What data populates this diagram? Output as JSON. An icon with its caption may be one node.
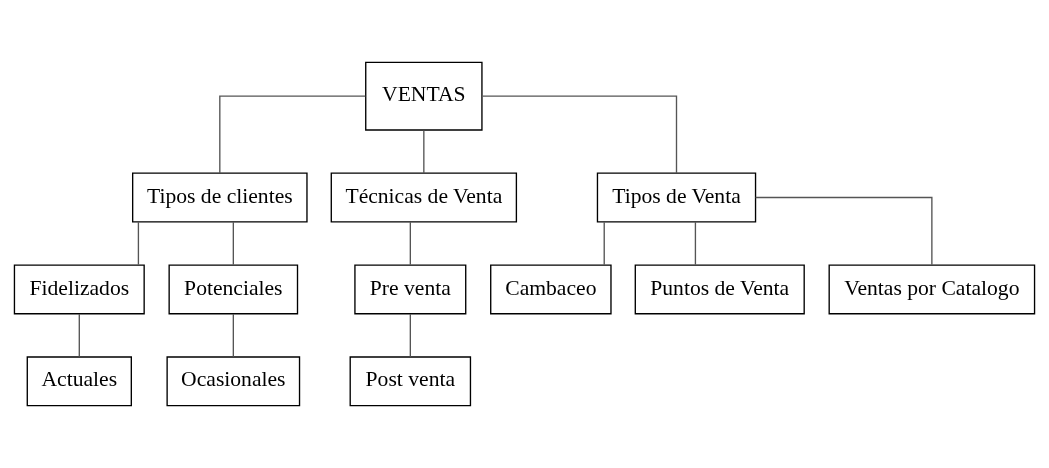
{
  "diagram": {
    "nodes": [
      {
        "text": [
          "VENTAS"
        ]
      },
      {
        "text": [
          "Tipos de clientes"
        ]
      },
      {
        "text": [
          "Técnicas de Venta"
        ]
      },
      {
        "text": [
          "Tipos de Venta"
        ]
      },
      {
        "text": [
          "Fidelizados"
        ]
      },
      {
        "text": [
          "Potenciales"
        ]
      },
      {
        "text": [
          "Pre venta"
        ]
      },
      {
        "text": [
          "Cambaceo"
        ]
      },
      {
        "text": [
          "Puntos de Venta"
        ]
      },
      {
        "text": [
          "Ventas por Catalogo"
        ]
      },
      {
        "text": [
          "Actuales"
        ]
      },
      {
        "text": [
          "Ocasionales"
        ]
      },
      {
        "text": [
          "Post venta"
        ]
      }
    ],
    "edges": [
      {
        "from": 0,
        "to": 1,
        "arrow": "none"
      },
      {
        "from": 0,
        "to": 2,
        "arrow": "none"
      },
      {
        "from": 0,
        "to": 3,
        "arrow": "none"
      },
      {
        "from": 1,
        "to": 4,
        "arrow": "none"
      },
      {
        "from": 1,
        "to": 5,
        "arrow": "none"
      },
      {
        "from": 4,
        "to": 10,
        "arrow": "none"
      },
      {
        "from": 5,
        "to": 11,
        "arrow": "none"
      },
      {
        "from": 2,
        "to": 6,
        "arrow": "none"
      },
      {
        "from": 6,
        "to": 12,
        "arrow": "none"
      },
      {
        "from": 3,
        "to": 7,
        "arrow": "none"
      },
      {
        "from": 3,
        "to": 8,
        "arrow": "none"
      },
      {
        "from": 3,
        "to": 9,
        "arrow": "none"
      }
    ]
  }
}
